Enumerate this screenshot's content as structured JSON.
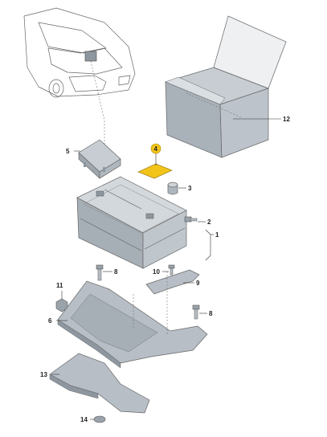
{
  "diagram": {
    "callouts": [
      {
        "id": "1",
        "label": "1"
      },
      {
        "id": "2",
        "label": "2"
      },
      {
        "id": "3",
        "label": "3"
      },
      {
        "id": "4",
        "label": "4",
        "highlight": "#f2c41a"
      },
      {
        "id": "5",
        "label": "5"
      },
      {
        "id": "6",
        "label": "6"
      },
      {
        "id": "8a",
        "label": "8"
      },
      {
        "id": "8b",
        "label": "8"
      },
      {
        "id": "9",
        "label": "9"
      },
      {
        "id": "10",
        "label": "10"
      },
      {
        "id": "11",
        "label": "11"
      },
      {
        "id": "12",
        "label": "12"
      },
      {
        "id": "13",
        "label": "13"
      },
      {
        "id": "14",
        "label": "14"
      }
    ],
    "colors": {
      "part_fill": "#b7bec6",
      "part_dark": "#8e979f",
      "part_light": "#d4d9de",
      "highlight": "#f2c41a"
    }
  }
}
